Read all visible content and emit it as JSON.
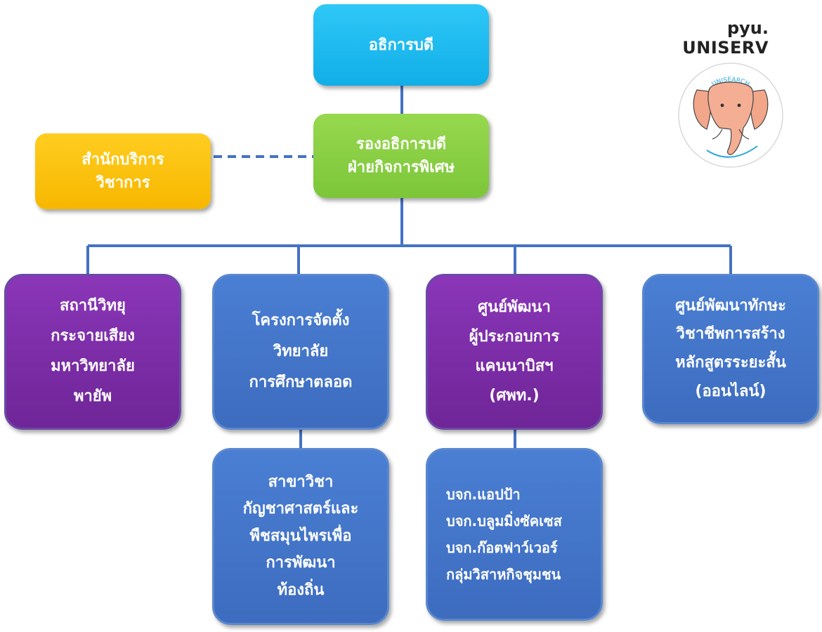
{
  "brand": {
    "line1": "pyu.",
    "line2": "UNISERV"
  },
  "logo": {
    "arc_top": "UNISEARCH"
  },
  "nodes": {
    "president": {
      "lines": [
        "อธิการบดี"
      ]
    },
    "vice_president": {
      "lines": [
        "รองอธิการบดี",
        "ฝ่ายกิจการพิเศษ"
      ]
    },
    "academic_service": {
      "lines": [
        "สำนักบริการ",
        "วิชาการ"
      ]
    },
    "radio": {
      "lines": [
        "สถานีวิทยุ",
        "กระจายเสียง",
        "มหาวิทยาลัย",
        "พายัพ"
      ]
    },
    "college_project": {
      "lines": [
        "โครงการจัดตั้ง",
        "วิทยาลัย",
        "การศึกษาตลอด"
      ]
    },
    "cannabis": {
      "lines": [
        "สาขาวิชา",
        "กัญชาศาสตร์และ",
        "พืชสมุนไพรเพื่อ",
        "การพัฒนา",
        "ท้องถิ่น"
      ]
    },
    "entrepreneur": {
      "lines": [
        "ศูนย์พัฒนา",
        "ผู้ประกอบการ",
        "แคนนาบิสฯ",
        "(ศพท.)"
      ]
    },
    "companies": {
      "lines": [
        "บจก.แอปป้า",
        "บจก.บลูมมิ่งซัคเซส",
        "บจก.ก๊อตฟาว์เวอร์",
        "กลุ่มวิสาหกิจชุมชน"
      ]
    },
    "skills": {
      "lines": [
        "ศูนย์พัฒนาทักษะ",
        "วิชาชีพการสร้าง",
        "หลักสูตรระยะสั้น",
        "(ออนไลน์)"
      ]
    }
  },
  "colors": {
    "connector": "#4472c4",
    "cyan": "#10aee8",
    "green": "#7cc63a",
    "yellow": "#f7b700",
    "purple": "#7030a0",
    "blue": "#4472c4"
  }
}
